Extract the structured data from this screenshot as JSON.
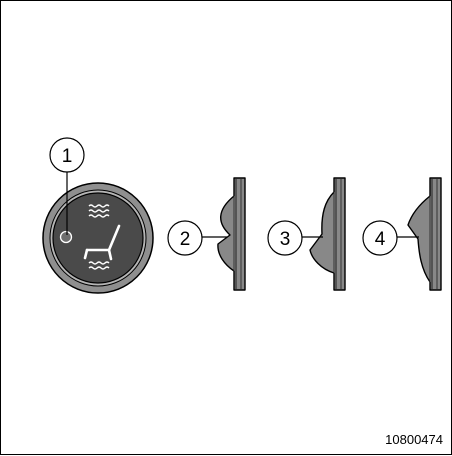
{
  "figure": {
    "code": "10800474",
    "callouts": [
      "1",
      "2",
      "3",
      "4"
    ]
  },
  "colors": {
    "frame": "#000000",
    "button_outer": "#8f8f8f",
    "button_inner": "#4a4a4a",
    "switch_body": "#888888",
    "switch_edge": "#333333",
    "indicator_lamp": "#6e6e6e"
  },
  "icons": {
    "button": "seat-heater-icon",
    "heat_lines": "heat-wave-icon"
  },
  "switch_positions": [
    "neutral",
    "pressed-up",
    "pressed-down"
  ]
}
